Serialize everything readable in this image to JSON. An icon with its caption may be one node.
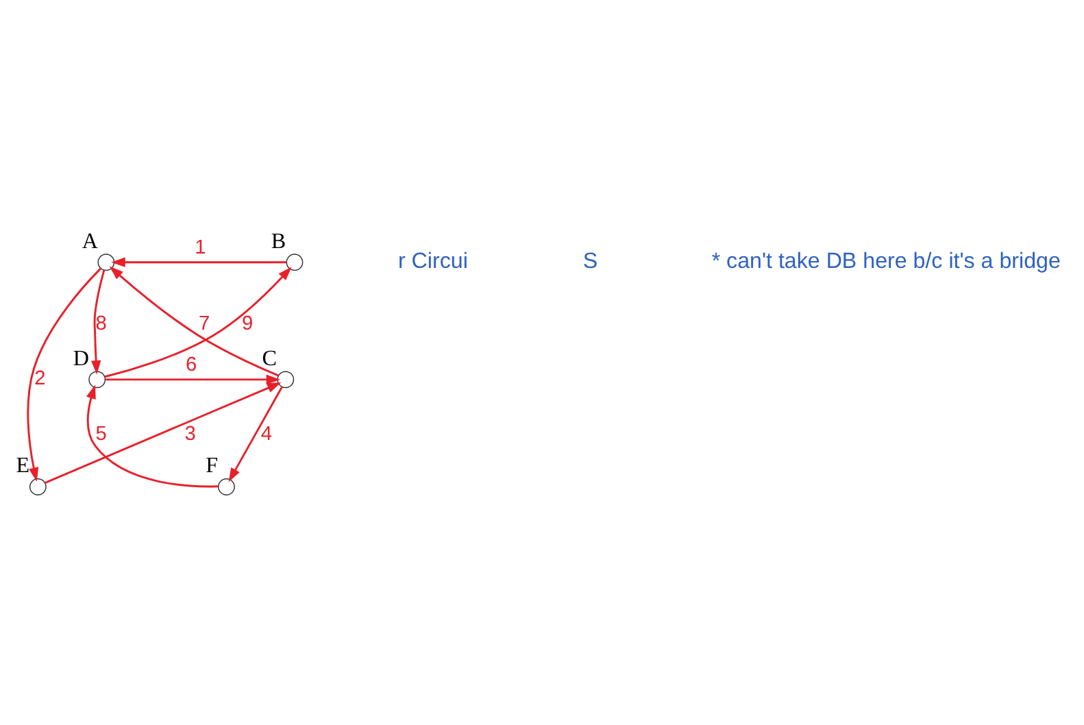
{
  "diagram": {
    "nodes": [
      {
        "text": [],
        "shape": "circle",
        "beside": [
          "A"
        ]
      },
      {
        "text": [],
        "shape": "circle",
        "beside": [
          "B"
        ]
      },
      {
        "text": [],
        "shape": "circle",
        "beside": [
          "C"
        ]
      },
      {
        "text": [],
        "shape": "circle",
        "beside": [
          "D"
        ]
      },
      {
        "text": [],
        "shape": "circle",
        "beside": [
          "E"
        ]
      },
      {
        "text": [],
        "shape": "circle",
        "beside": [
          "F"
        ]
      }
    ],
    "edges": [
      {
        "from": 1,
        "to": 0,
        "arrow": "to",
        "label": "1"
      },
      {
        "from": 0,
        "to": 4,
        "arrow": "to",
        "label": "2"
      },
      {
        "from": 4,
        "to": 2,
        "arrow": "to",
        "label": "3"
      },
      {
        "from": 2,
        "to": 5,
        "arrow": "to",
        "label": "4"
      },
      {
        "from": 5,
        "to": 3,
        "arrow": "to",
        "label": "5"
      },
      {
        "from": 3,
        "to": 2,
        "arrow": "to",
        "label": "6"
      },
      {
        "from": 2,
        "to": 0,
        "arrow": "to",
        "label": "7"
      },
      {
        "from": 0,
        "to": 3,
        "arrow": "to",
        "label": "8"
      },
      {
        "from": 3,
        "to": 1,
        "arrow": "to",
        "label": "9"
      }
    ],
    "labels": [
      "r Circui",
      "S",
      "* can't take DB here b/c it's a bridge"
    ]
  }
}
